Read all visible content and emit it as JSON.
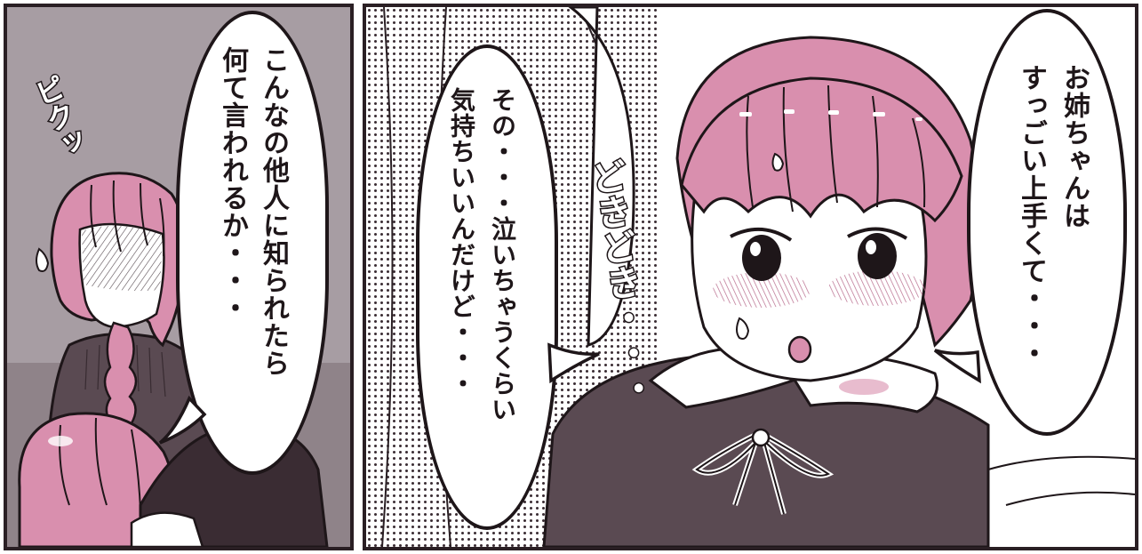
{
  "panel_left": {
    "sfx": "ピクッ",
    "speech": "こんなの他人に知られたら\n何て言われるか・・・"
  },
  "panel_right": {
    "sfx_heartbeat": "どきどき・・・",
    "speech_middle": "その・・・泣いちゃうくらい\n気持ちいいんだけど・・・",
    "speech_right": "お姉ちゃんは\nすっごい上手くて・・・"
  },
  "colors": {
    "ink": "#1e1619",
    "pink": "#d98fae",
    "pink_dark": "#b86a8c",
    "grey_bg": "#a79da3",
    "sweater": "#5a4a52"
  }
}
